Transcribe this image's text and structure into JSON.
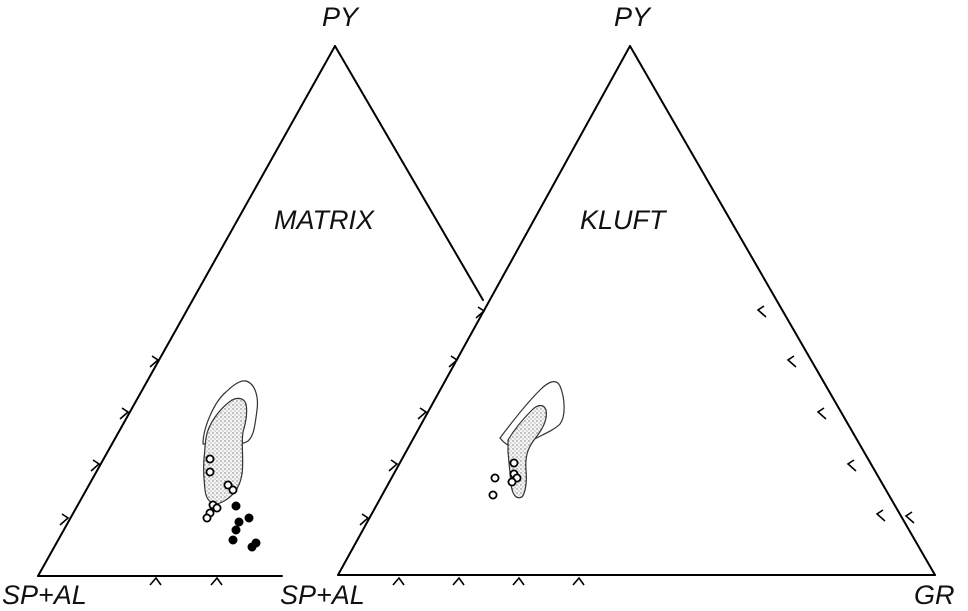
{
  "diagrams": [
    {
      "id": "matrix",
      "title": "MATRIX",
      "apex_label": "PY",
      "left_label": "SP+AL"
    },
    {
      "id": "kluft",
      "title": "KLUFT",
      "apex_label": "PY",
      "left_label": "SP+AL",
      "right_label": "GR"
    }
  ],
  "colors": {
    "ink": "#000000",
    "background": "#ffffff",
    "stipple": "#777777"
  }
}
